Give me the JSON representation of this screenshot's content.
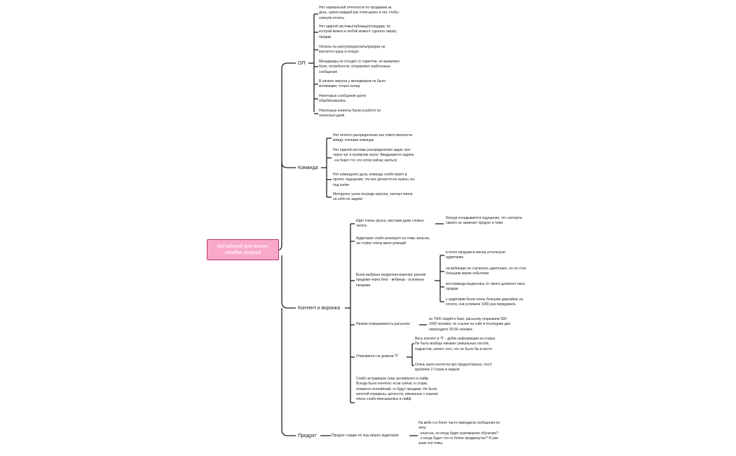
{
  "root": "Английский для жизни, ошибки запуска",
  "branches": {
    "op": {
      "label": "ОП",
      "items": [
        "Нет нормальной отчетности по продажам за день, нужно каждый раз отписывать в чат, чтобы скинули отчеты",
        "Нет единой системы/таблицы/площадки, по которой можно в любой момент сделать сверку продаж",
        "Оплаты на карту/предоплаты/рахура) не вносятся сразу в геткурс",
        "Менеджеры не отходят от скриптов, не выявляют боли, потребности, отправляют шаблонные сообщения",
        "В начале запуска у менеджеров не было мотивации, только оклад",
        "Некоторые сообщения долго обрабатывались",
        "Некоторые клиенты были в работе по несколько дней"
      ]
    },
    "team": {
      "label": "Команда",
      "items": [
        "Нет четкого распределения зон ответственности между членами команды",
        "Нет единой системы распределения задач: все через чат в огромном хаосе. Вкидывается задача - ее берет тот, кто готов сейчас взяться",
        "Нет командного духа, команда слабо верит в проект, ощущение, что все делается из нужны, из-под палки",
        "Методолог ушла посреди запуска, эксперт взяла на себя ее задачи"
      ]
    },
    "content": {
      "label": "Контент и воронка",
      "items": [
        {
          "text": "Идет очень грузно, местами даже сложно читать",
          "children": [
            "Иногда складывается ощущение, что эксперта самого не зажигает продукт и тема"
          ]
        },
        {
          "text": "Аудитория слабо реагирует на темы запуска, на сторис очень мало реакций",
          "children": []
        },
        {
          "text": "Была выбрана неудачная воронка: ранние продажи через блог - вебинар - основные продажи.",
          "children": [
            "в итоге продажи в месяц оттолкнули аудиторию",
            "на вебинаре не случилось джиотаако, он не стал большим ярким событием",
            "вся команда выдохлась от такого длинного окна продаж",
            "у аудитории были очень большие дедлайны на оплату, они успевали 1000 раз передумать"
          ]
        },
        {
          "text": "Низкая открываемость рассылок",
          "children": [
            "из 7000 людей в базе, рассылку открывали 500-1000 человек, по ссылке на сайт в последние дни переходило 30-50 человек"
          ]
        },
        {
          "text": "Откровенно не дожали ТГ",
          "children": [
            "Весь контент в ТГ - дубль информации из сториз. Не было вообще никаких уникальных постов, подкастов, ничего того, что не было бы в инсте.",
            "Очень мало контента про продукт/запуск. пост/кружочке 2-3 раза в неделе"
          ]
        },
        {
          "text": "Слабо встраивали тему английского в лайф. Всегда было понятно: если сейчас в сторис появился английский, то будут продажи. Не было золотой середины, ценности, связанные с языком очень слабо вписывались в лайф",
          "children": []
        }
      ]
    },
    "product": {
      "label": "Продукт",
      "items": [
        {
          "text": "Продукт создан не под запрос аудитории",
          "children": [
            "На вебе и в блоге часто приходили сообщения по типу:\n- классно, но когда будет разговорное обучение?\n- а когда будет что-то более продвинутое? Я уже знаю эти темы."
          ]
        }
      ]
    }
  }
}
